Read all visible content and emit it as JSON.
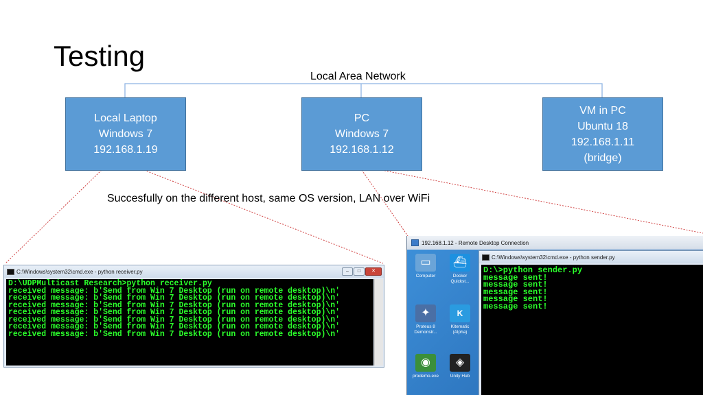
{
  "slide": {
    "title": "Testing",
    "lan_label": "Local Area Network",
    "caption": "Succesfully on the different host, same OS version, LAN over WiFi"
  },
  "hosts": [
    {
      "lines": [
        "Local Laptop",
        "Windows 7",
        "192.168.1.19"
      ]
    },
    {
      "lines": [
        "PC",
        "Windows 7",
        "192.168.1.12"
      ]
    },
    {
      "lines": [
        "VM in PC",
        "Ubuntu 18",
        "192.168.1.11",
        "(bridge)"
      ]
    }
  ],
  "receiver_window": {
    "title": "C:\\Windows\\system32\\cmd.exe - python  receiver.py",
    "lines": [
      "D:\\UDPMulticast Research>python receiver.py",
      "received message: b'Send from Win 7 Desktop (run on remote desktop)\\n'",
      "received message: b'Send from Win 7 Desktop (run on remote desktop)\\n'",
      "received message: b'Send from Win 7 Desktop (run on remote desktop)\\n'",
      "received message: b'Send from Win 7 Desktop (run on remote desktop)\\n'",
      "received message: b'Send from Win 7 Desktop (run on remote desktop)\\n'",
      "received message: b'Send from Win 7 Desktop (run on remote desktop)\\n'",
      "received message: b'Send from Win 7 Desktop (run on remote desktop)\\n'"
    ]
  },
  "remote_desktop": {
    "title": "192.168.1.12 - Remote Desktop Connection",
    "icons": [
      {
        "label": "Computer",
        "icon": "computer-icon",
        "color": "#6aa4d8"
      },
      {
        "label": "Docker Quickst...",
        "icon": "docker-icon",
        "color": "#1d91e0"
      },
      {
        "label": "Proteus 8 Demonstr...",
        "icon": "proteus-icon",
        "color": "#4a6fa5"
      },
      {
        "label": "Kitematic (Alpha)",
        "icon": "kitematic-icon",
        "color": "#2a9be0"
      },
      {
        "label": "prodemo.exe",
        "icon": "prodemo-icon",
        "color": "#3b8f3b"
      },
      {
        "label": "Unity Hub",
        "icon": "unity-icon",
        "color": "#222222"
      }
    ],
    "sender_window": {
      "title": "C:\\Windows\\system32\\cmd.exe - python  sender.py",
      "lines": [
        "D:\\>python sender.py",
        "message sent!",
        "message sent!",
        "message sent!",
        "message sent!",
        "message sent!"
      ]
    }
  },
  "window_controls": {
    "minimize": "–",
    "maximize": "□",
    "close": "✕"
  },
  "colors": {
    "box_fill": "#5b9bd5",
    "console_text": "#2bff2b",
    "connector": "#c00000"
  }
}
